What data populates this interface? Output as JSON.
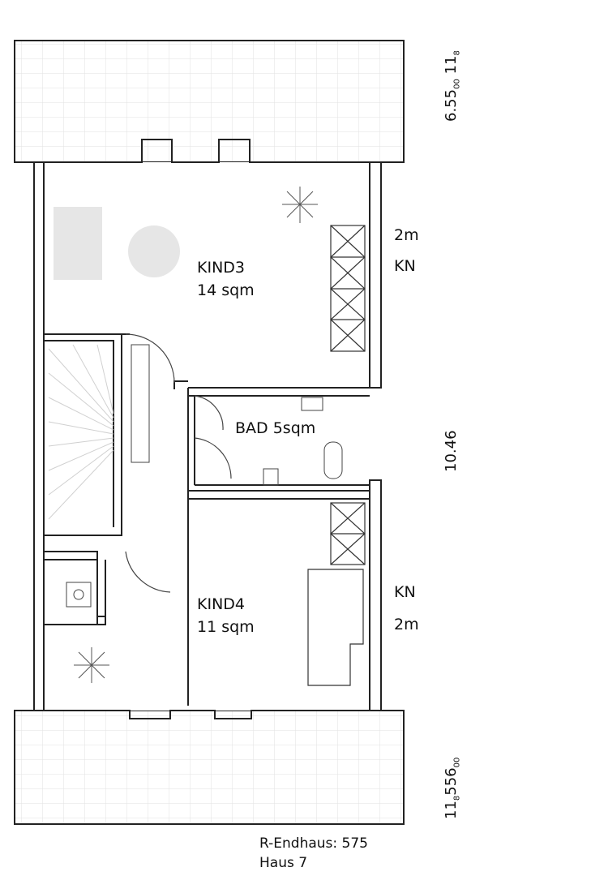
{
  "rooms": {
    "kind3": {
      "name": "KIND3",
      "area": "14 sqm"
    },
    "bad": {
      "name": "BAD 5sqm"
    },
    "kind4": {
      "name": "KIND4",
      "area": "11 sqm"
    }
  },
  "annotations": {
    "kn_top": {
      "height": "2m",
      "label": "KN"
    },
    "kn_bottom": {
      "label": "KN",
      "height": "2m"
    }
  },
  "dimensions": {
    "top": {
      "a": "6.55",
      "a_sub": "00",
      "b": "11",
      "b_sub": "8"
    },
    "middle": "10.46",
    "bottom": {
      "a": "11",
      "a_sub": "8",
      "b": "55",
      "c": "6",
      "c_sub": "00"
    }
  },
  "footer": {
    "line1": "R-Endhaus: 575",
    "line2": "Haus 7"
  },
  "colors": {
    "wall": "#222222",
    "hatch": "#d8d8d8"
  }
}
